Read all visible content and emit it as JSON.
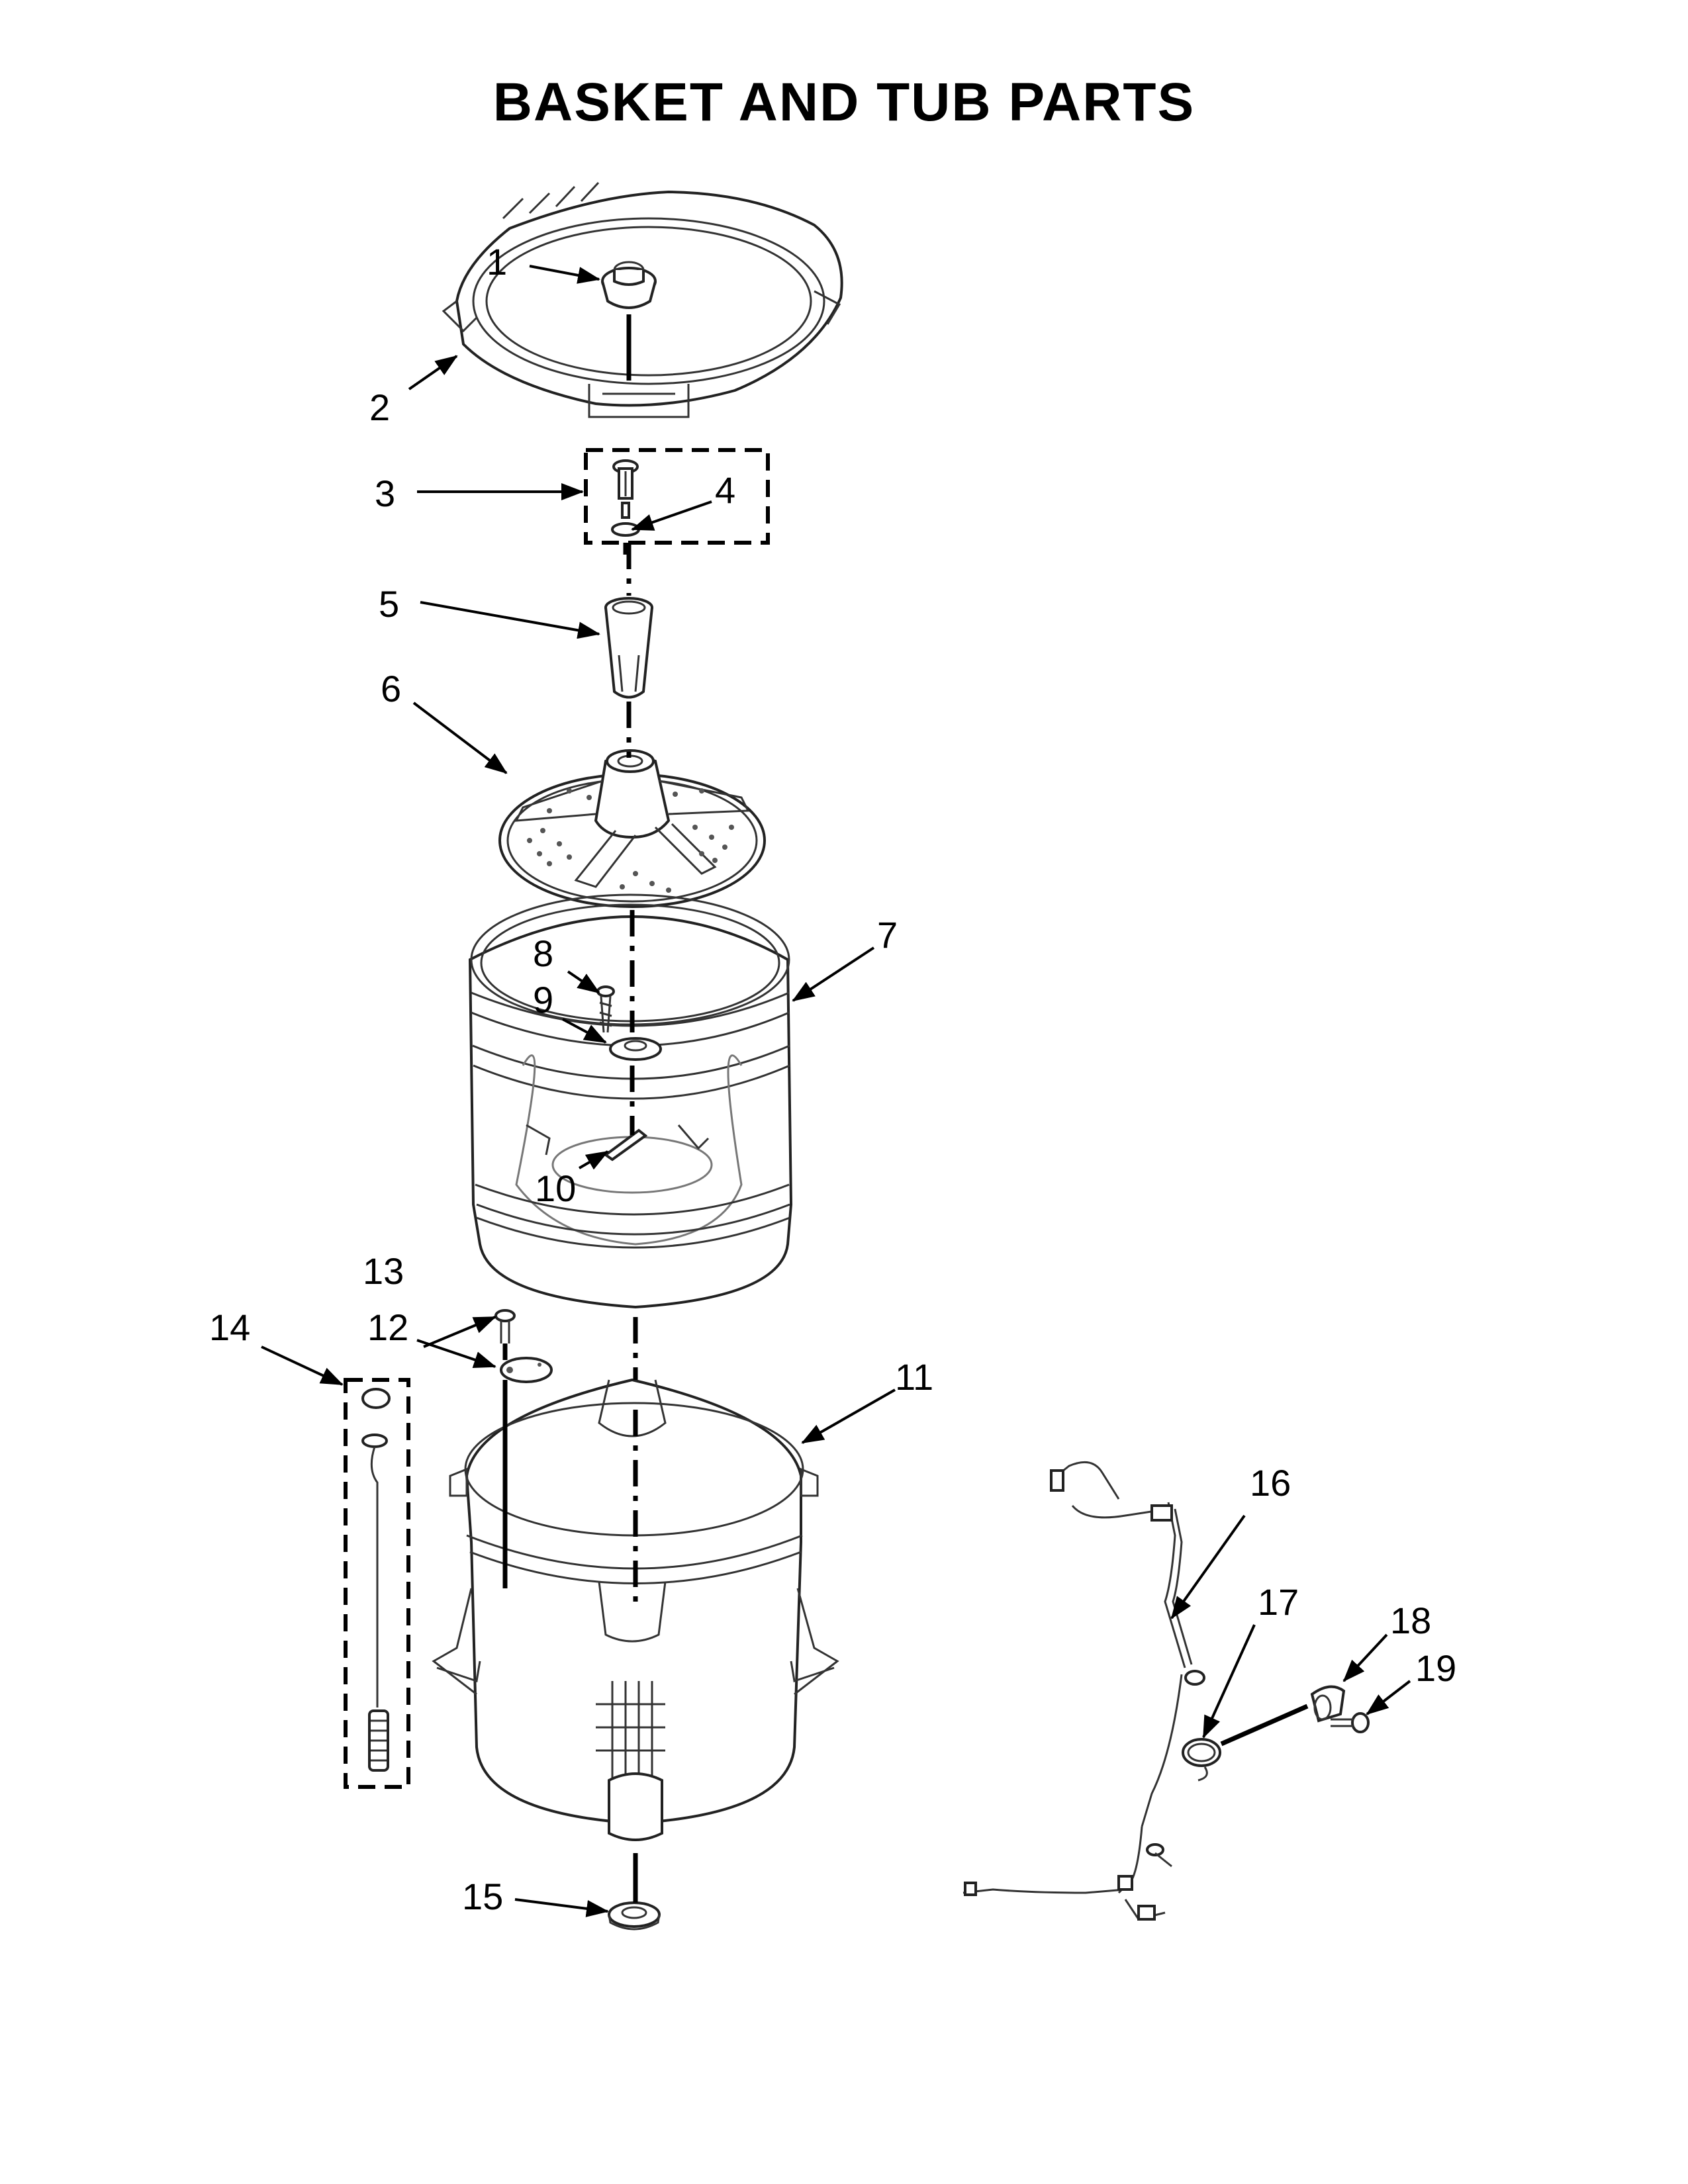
{
  "title": "BASKET AND TUB PARTS",
  "callouts": [
    "1",
    "2",
    "3",
    "4",
    "5",
    "6",
    "7",
    "8",
    "9",
    "10",
    "11",
    "12",
    "13",
    "14",
    "15",
    "16",
    "17",
    "18",
    "19"
  ]
}
